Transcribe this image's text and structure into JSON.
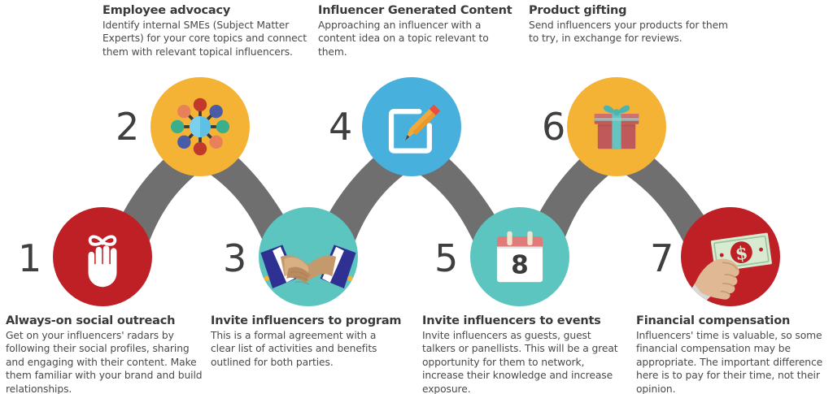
{
  "palette": {
    "red": "#BE2026",
    "yellow": "#F5B335",
    "blue": "#48B0DC",
    "teal": "#5DC5C0",
    "ribbon_gray": "#6F6F6F",
    "number_gray": "#3F3F3E",
    "heading_gray": "#3A3A39",
    "body_gray": "#4A4A49"
  },
  "steps": [
    {
      "number": "1",
      "title": "Always-on social outreach",
      "body": "Get on your influencers' radars by following their social profiles, sharing and engaging with their content. Make them familiar with your brand and build relationships.",
      "icon": "hand-with-reminder-bow-icon",
      "circle_color": "#BE2026",
      "position": "bottom"
    },
    {
      "number": "2",
      "title": "Employee advocacy",
      "body": "Identify internal SMEs (Subject Matter Experts) for your core topics and connect them with relevant topical influencers.",
      "icon": "network-hub-icon",
      "circle_color": "#F5B335",
      "position": "top"
    },
    {
      "number": "3",
      "title": "Invite influencers to program",
      "body": "This is a formal agreement with a clear list of activities and benefits outlined for both parties.",
      "icon": "handshake-icon",
      "circle_color": "#5DC5C0",
      "position": "bottom"
    },
    {
      "number": "4",
      "title": "Influencer Generated Content",
      "body": "Approaching an influencer with a content idea on a topic relevant to them.",
      "icon": "pencil-edit-icon",
      "circle_color": "#48B0DC",
      "position": "top"
    },
    {
      "number": "5",
      "title": "Invite influencers to events",
      "body": "Invite influencers as guests, guest talkers or panellists. This will be a great opportunity for them to network, increase their knowledge and increase exposure.",
      "icon": "calendar-icon",
      "icon_value": "8",
      "circle_color": "#5DC5C0",
      "position": "bottom"
    },
    {
      "number": "6",
      "title": "Product gifting",
      "body": "Send influencers your products for them to try, in exchange for reviews.",
      "icon": "gift-box-icon",
      "circle_color": "#F5B335",
      "position": "top"
    },
    {
      "number": "7",
      "title": "Financial compensation",
      "body": "Influencers' time is valuable, so some financial compensation may be appropriate. The important difference here is to pay for their time, not their opinion.",
      "icon": "hand-holding-money-icon",
      "circle_color": "#BE2026",
      "position": "bottom"
    }
  ]
}
